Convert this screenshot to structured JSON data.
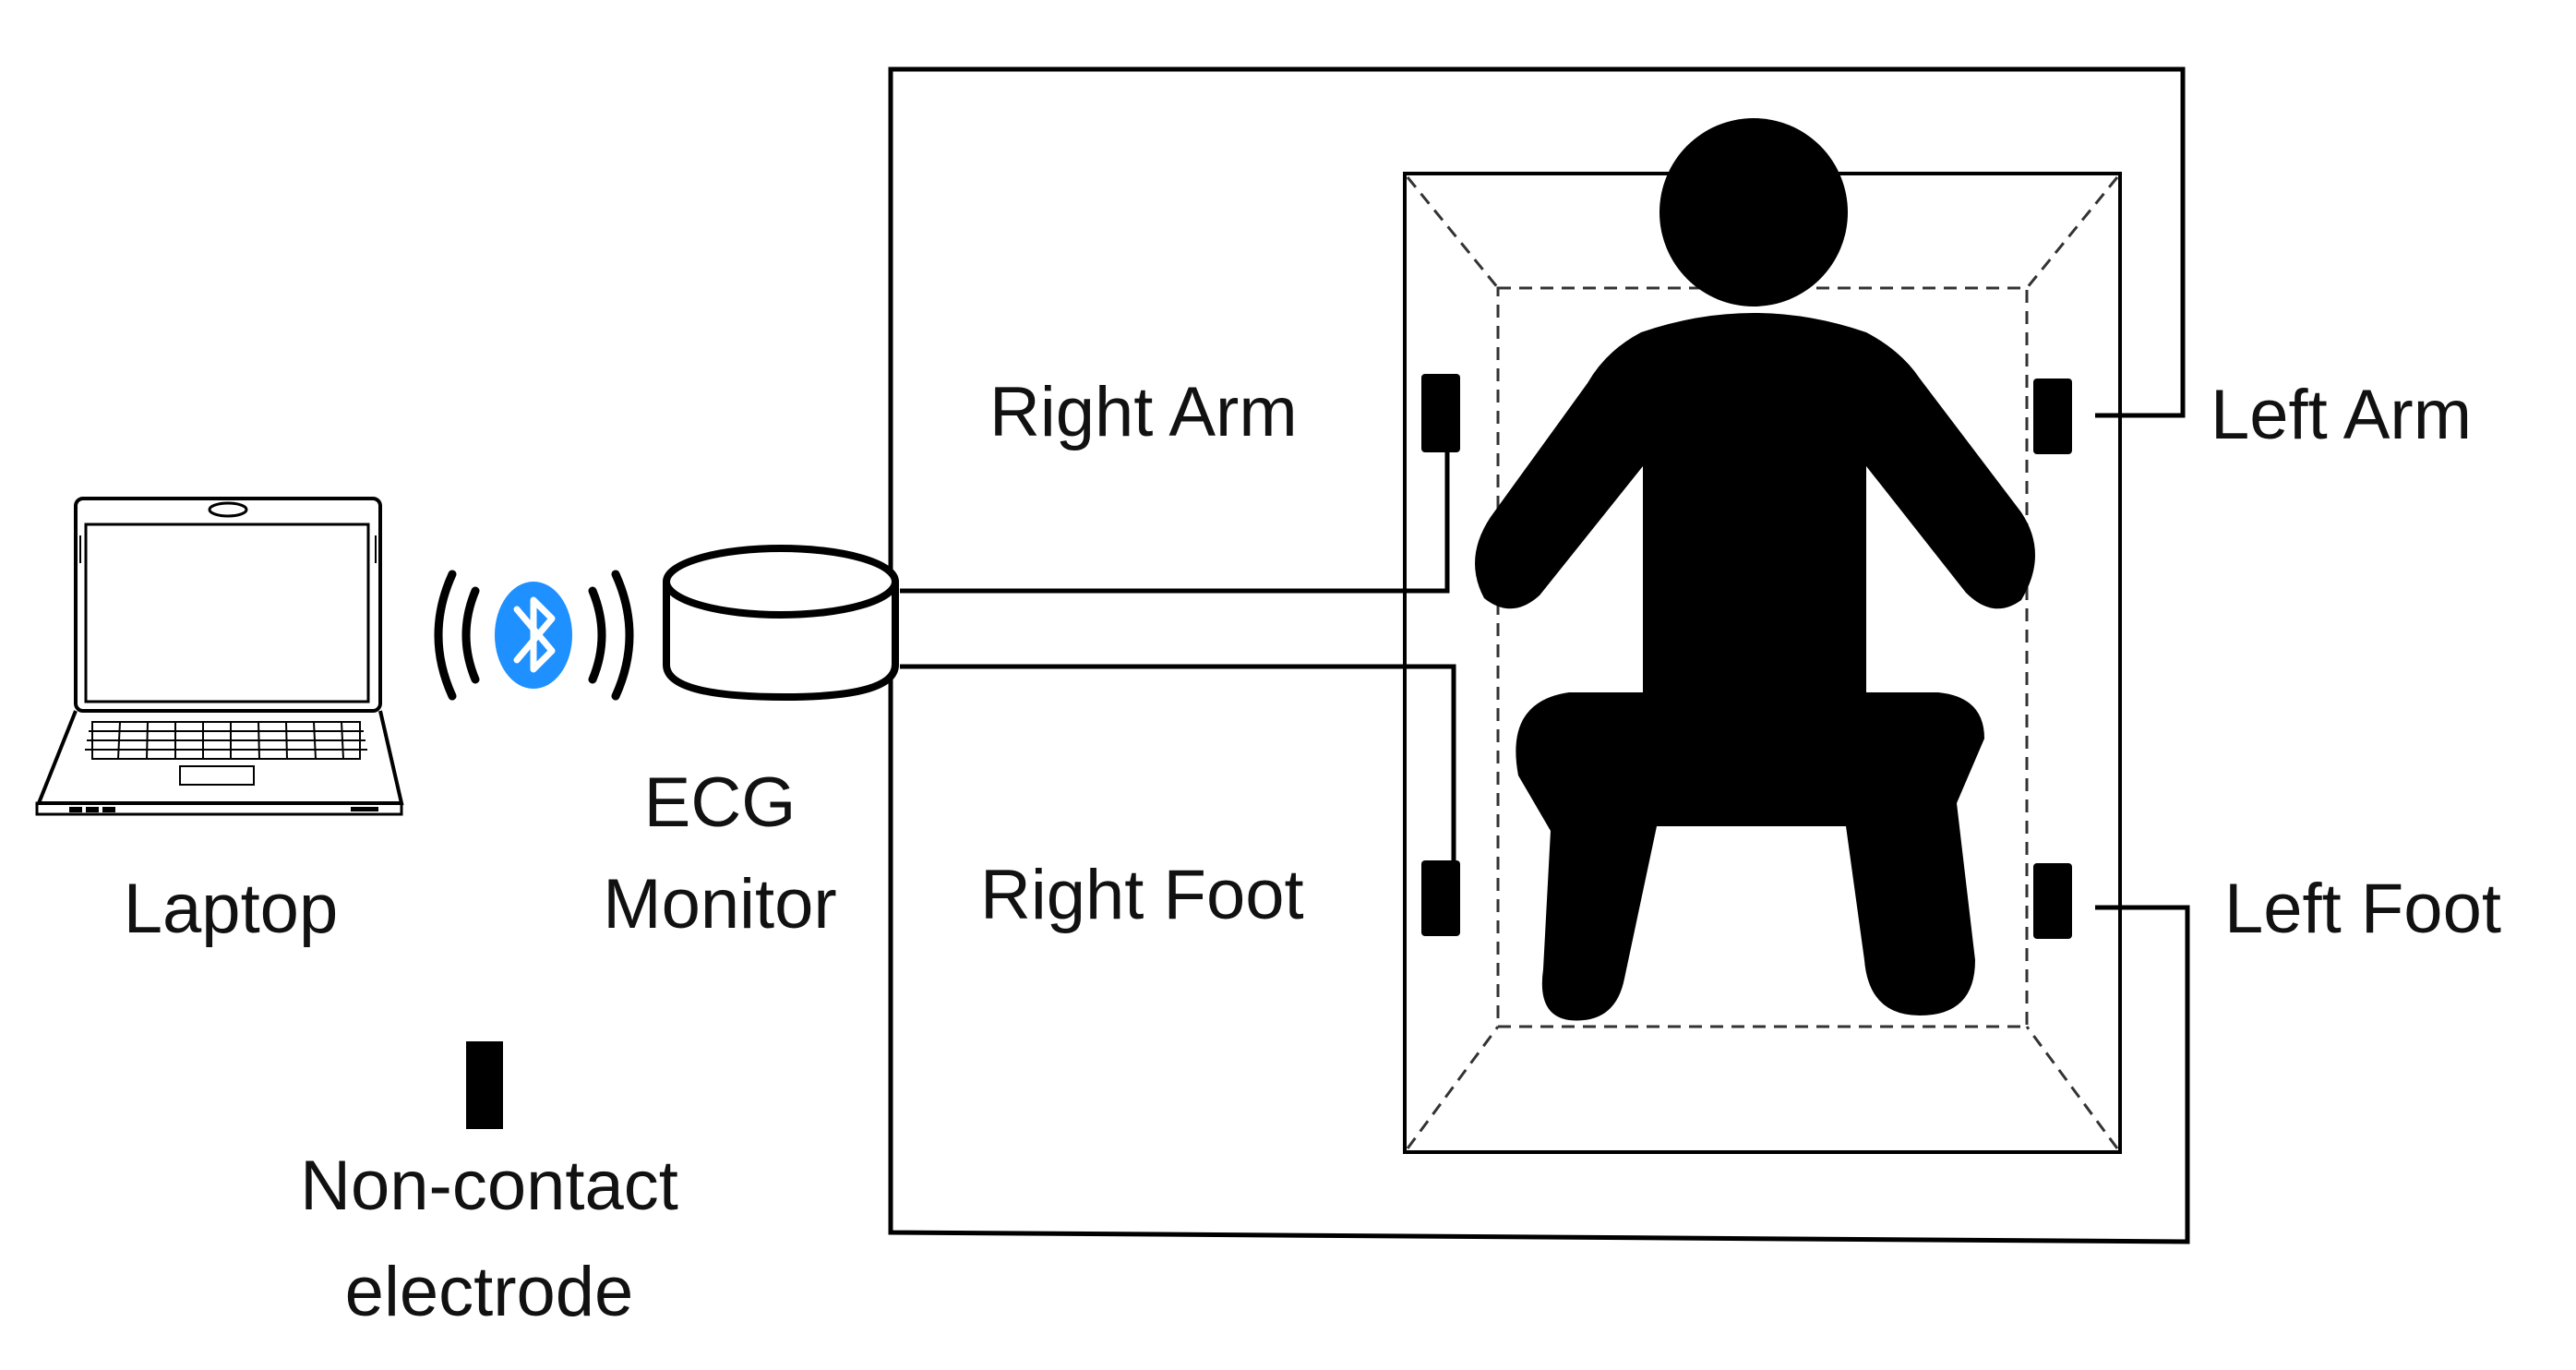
{
  "labels": {
    "laptop": "Laptop",
    "ecg_line1": "ECG",
    "ecg_line2": "Monitor",
    "right_arm": "Right Arm",
    "left_arm": "Left Arm",
    "right_foot": "Right Foot",
    "left_foot": "Left Foot",
    "legend_line1": "Non-contact",
    "legend_line2": "electrode"
  },
  "icons": {
    "laptop": "laptop-icon",
    "bluetooth": "bluetooth-icon",
    "ecg_monitor": "ecg-monitor-icon",
    "person": "person-icon",
    "electrode": "electrode-icon"
  },
  "colors": {
    "bluetooth_blue": "#1e90ff",
    "ink": "#000000"
  }
}
